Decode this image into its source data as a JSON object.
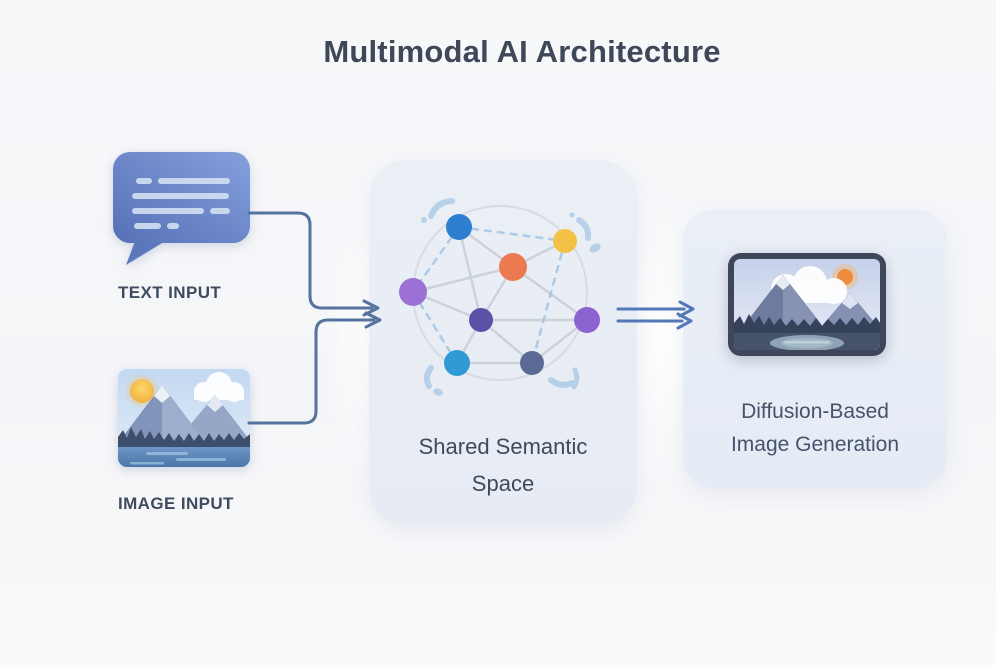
{
  "title": "Multimodal AI Architecture",
  "inputs": [
    {
      "label": "TEXT INPUT",
      "icon": "speech-bubble-icon"
    },
    {
      "label": "IMAGE INPUT",
      "icon": "landscape-photo-icon"
    }
  ],
  "semantic_space": {
    "label_lines": [
      "Shared Semantic",
      "Space"
    ],
    "icon": "semantic-network-icon",
    "nodes": [
      {
        "name": "node-blue-top",
        "color": "#2e7fd0"
      },
      {
        "name": "node-yellow",
        "color": "#f3c145"
      },
      {
        "name": "node-orange",
        "color": "#ec7a50"
      },
      {
        "name": "node-purple-left",
        "color": "#9b72d4"
      },
      {
        "name": "node-indigo-center",
        "color": "#5a52a7"
      },
      {
        "name": "node-purple-right",
        "color": "#8d62d1"
      },
      {
        "name": "node-blue-bottom",
        "color": "#2f9ad6"
      },
      {
        "name": "node-slate-bottom",
        "color": "#5a6a94"
      }
    ]
  },
  "output": {
    "label_lines": [
      "Diffusion-Based",
      "Image Generation"
    ],
    "icon": "generated-image-icon"
  },
  "colors": {
    "title_text": "#3e4858",
    "label_text": "#3f4b5e",
    "panel_bg": "#e9edf4",
    "arrow": "#54739f",
    "double_arrow": "#5377b8",
    "bubble_gradient_start": "#5670b7",
    "bubble_gradient_end": "#84a0dc"
  }
}
